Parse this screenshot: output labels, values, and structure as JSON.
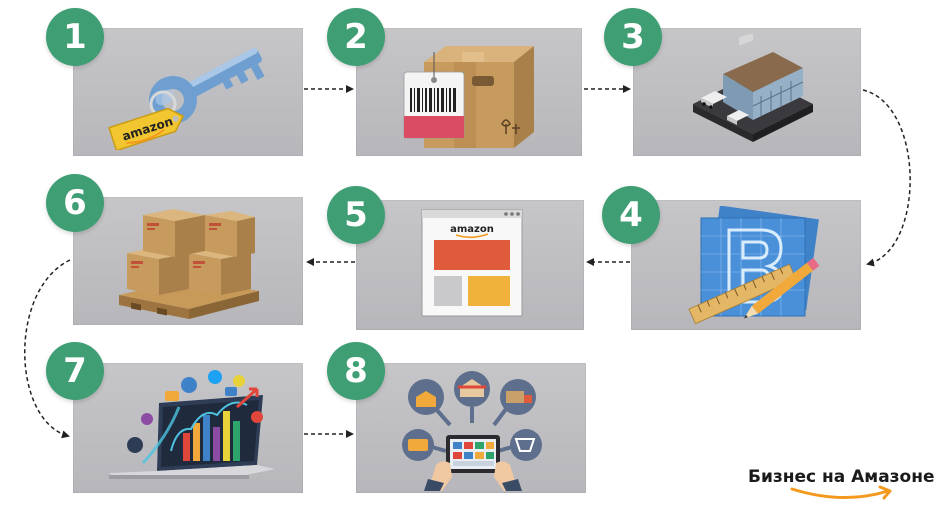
{
  "steps": [
    {
      "number": "1",
      "icon": "key-with-amazon-tag-icon",
      "tag_text": "amazon"
    },
    {
      "number": "2",
      "icon": "cardboard-box-with-barcode-icon"
    },
    {
      "number": "3",
      "icon": "warehouse-building-icon"
    },
    {
      "number": "4",
      "icon": "blueprint-ruler-pencil-icon"
    },
    {
      "number": "5",
      "icon": "amazon-webpage-listing-icon",
      "page_logo": "amazon"
    },
    {
      "number": "6",
      "icon": "boxes-on-pallet-icon"
    },
    {
      "number": "7",
      "icon": "laptop-analytics-social-icon"
    },
    {
      "number": "8",
      "icon": "tablet-shopping-services-icon"
    }
  ],
  "brand": {
    "text": "Бизнес на Амазоне",
    "icon": "amazon-smile-arrow-icon"
  },
  "colors": {
    "badge": "#3f9e74",
    "tile": "#bfbfc2",
    "arrow": "#222222",
    "amazon_orange": "#f39a1e",
    "listing_red": "#e05a3c",
    "listing_gold": "#f0b23a"
  }
}
